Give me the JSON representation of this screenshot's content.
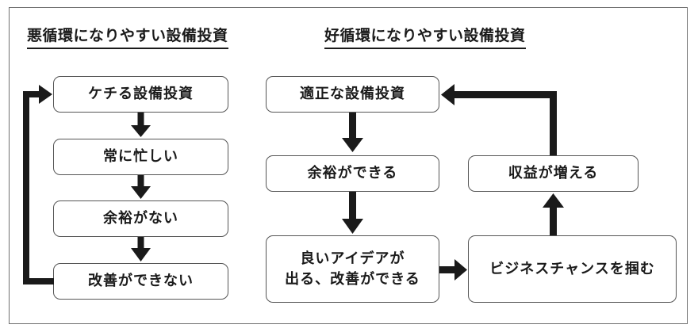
{
  "vicious": {
    "heading": "悪循環になりやすい設備投資",
    "steps": [
      "ケチる設備投資",
      "常に忙しい",
      "余裕がない",
      "改善ができない"
    ]
  },
  "virtuous": {
    "heading": "好循環になりやすい設備投資",
    "step_proper_investment": "適正な設備投資",
    "step_margin": "余裕ができる",
    "step_ideas_line1": "良いアイデアが",
    "step_ideas_line2": "出る、改善ができる",
    "step_business_chance": "ビジネスチャンスを掴む",
    "step_revenue": "収益が増える"
  },
  "colors": {
    "arrow": "#1a1a1a",
    "box_border": "#555555",
    "frame_border": "#6f6f6f"
  }
}
